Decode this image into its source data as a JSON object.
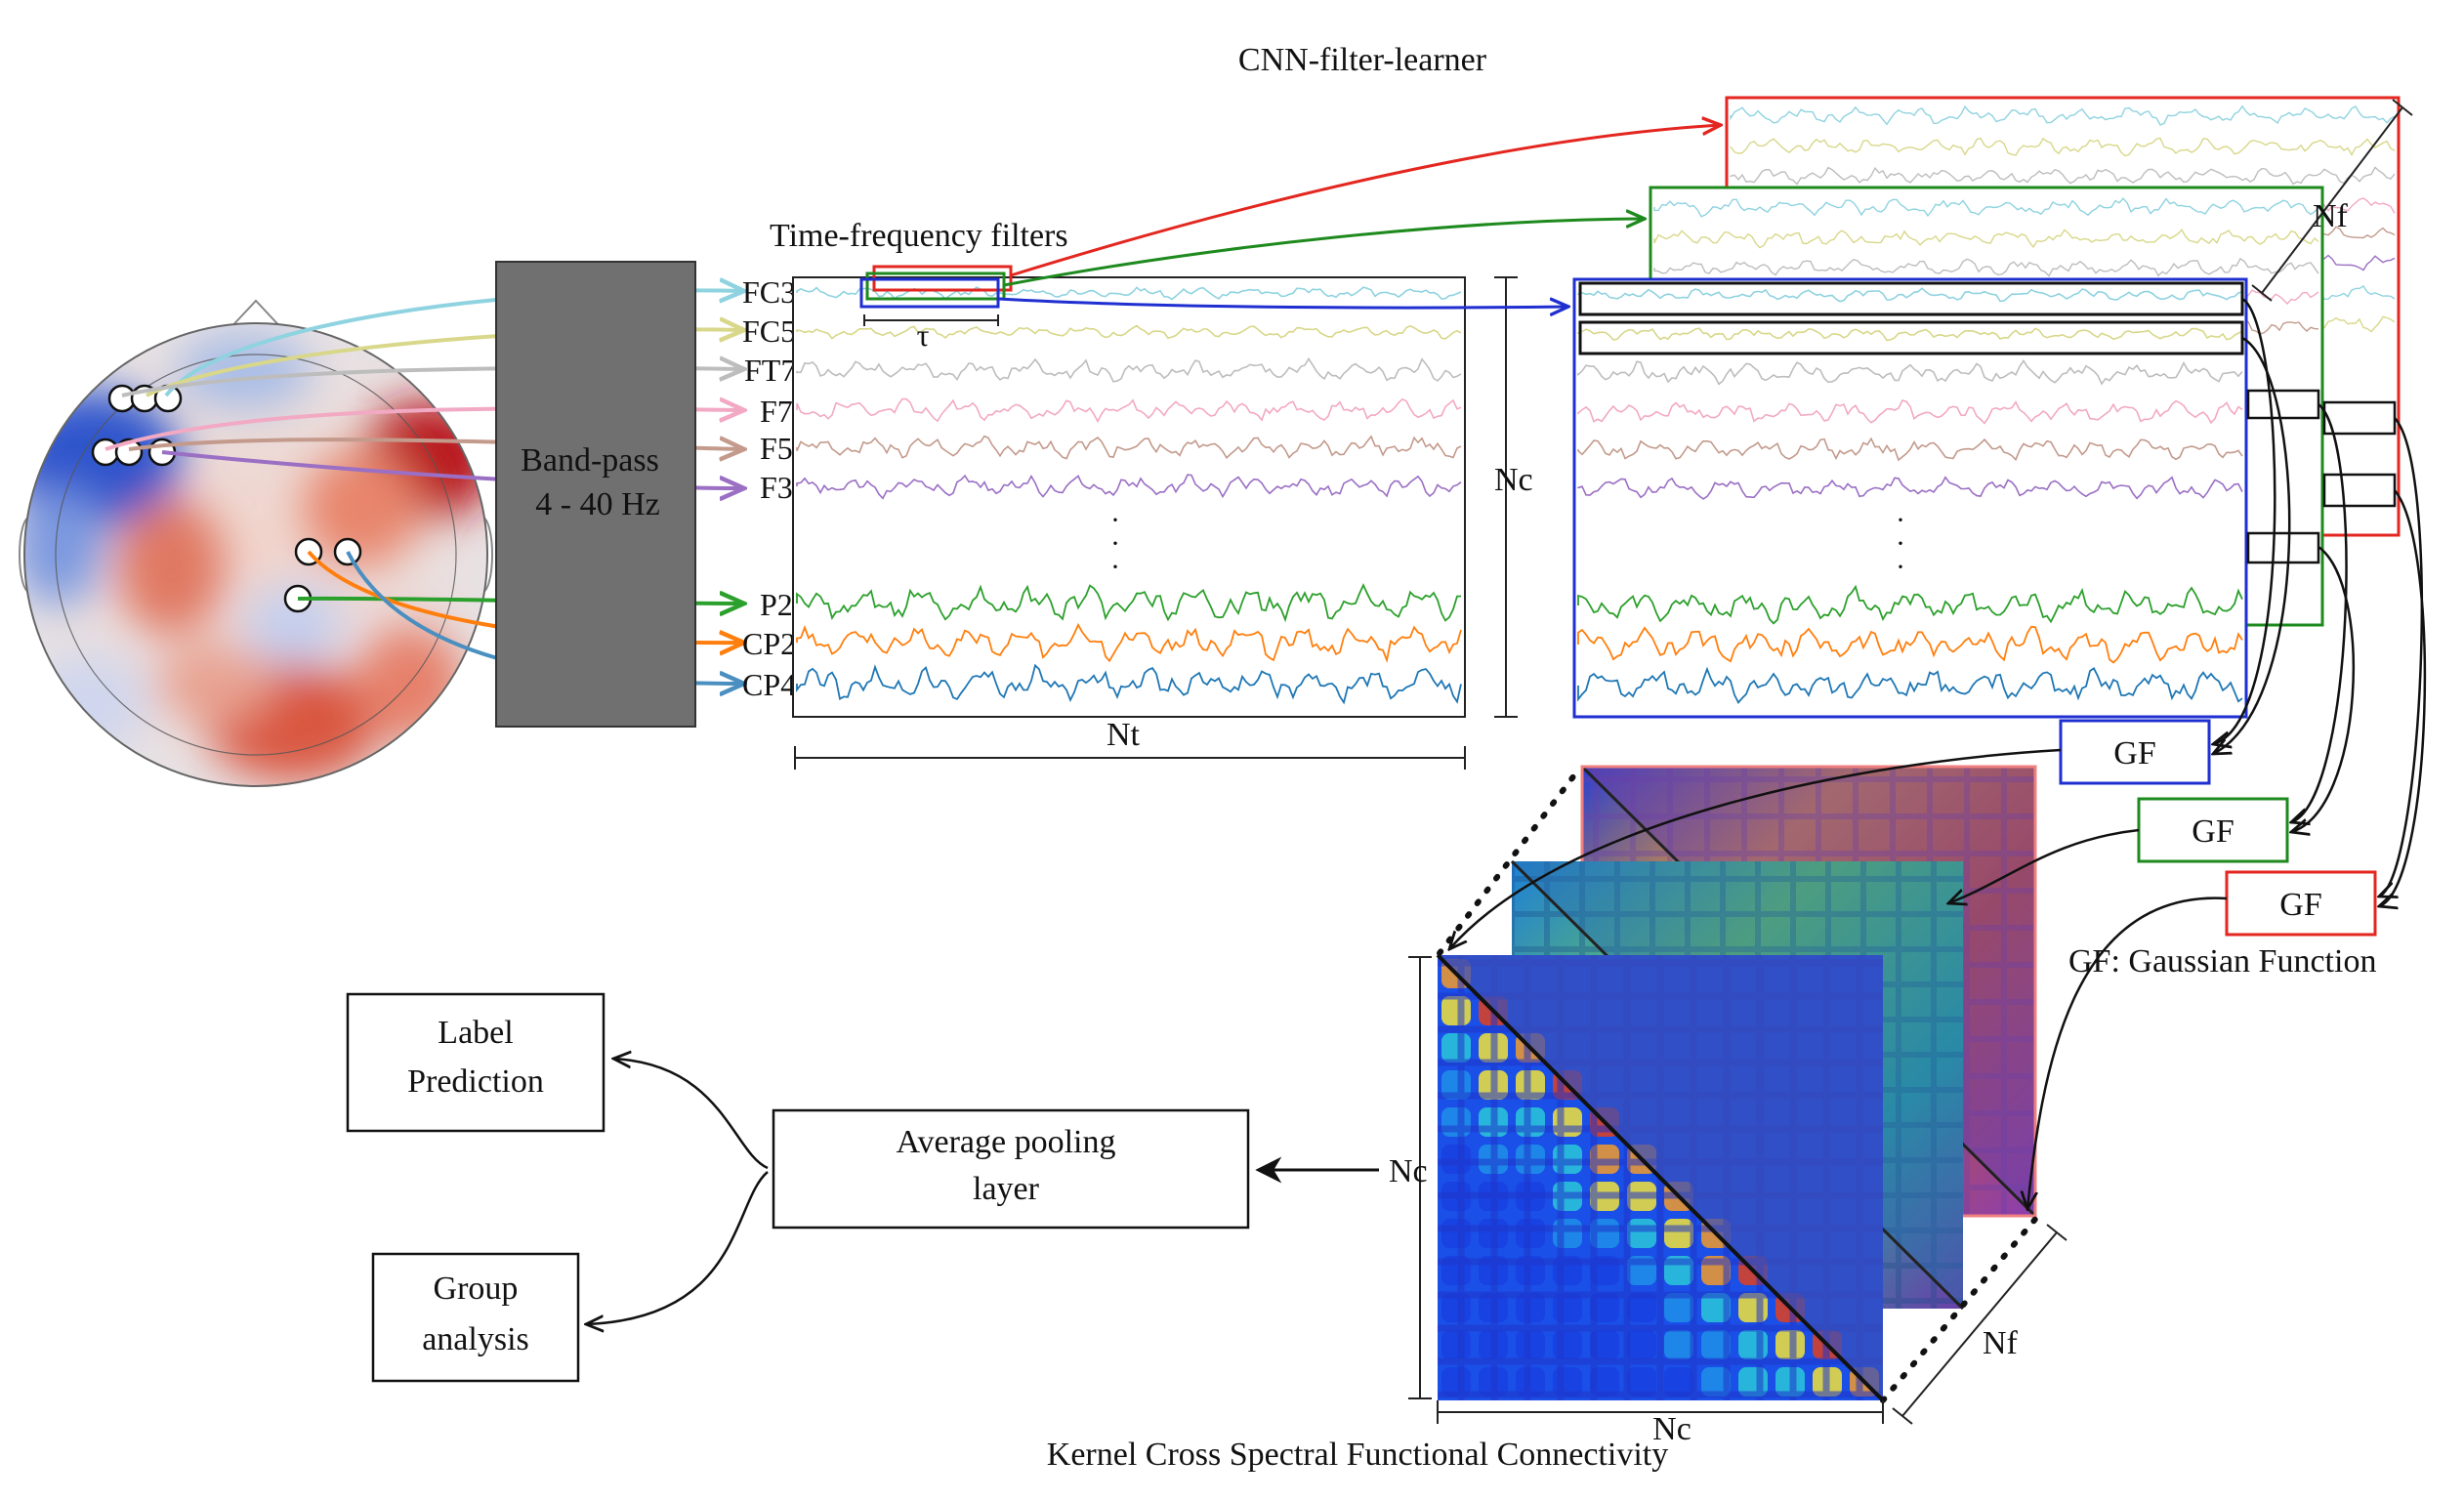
{
  "title": "CNN-filter-learner",
  "filters_label": "Time-frequency filters",
  "tau_label": "τ",
  "bandpass": {
    "line1": "Band-pass",
    "line2": "4 - 40 Hz"
  },
  "channels": [
    "FC3",
    "FC5",
    "FT7",
    "F7",
    "F5",
    "F3",
    "P2",
    "CP2",
    "CP4"
  ],
  "dims": {
    "nc": "Nc",
    "nt": "Nt",
    "nf": "Nf"
  },
  "ellipsis": "·",
  "gf": {
    "label": "GF",
    "legend": "GF: Gaussian Function"
  },
  "pooling": {
    "line1": "Average pooling",
    "line2": "layer"
  },
  "outputs": {
    "label_prediction": {
      "line1": "Label",
      "line2": "Prediction"
    },
    "group_analysis": {
      "line1": "Group",
      "line2": "analysis"
    }
  },
  "caption": "Kernel Cross Spectral Functional Connectivity",
  "colors": {
    "filter_red": "#e3261f",
    "filter_green": "#1e8a1e",
    "filter_blue": "#1f2fd0",
    "bandpass_fill": "#707070",
    "channel_colors": [
      "#8fd3e0",
      "#d8d78a",
      "#bdbdbd",
      "#f2a9c3",
      "#c39a8c",
      "#9a6fc4",
      "#2ca02c",
      "#ff7f0e",
      "#1f77b4"
    ]
  }
}
